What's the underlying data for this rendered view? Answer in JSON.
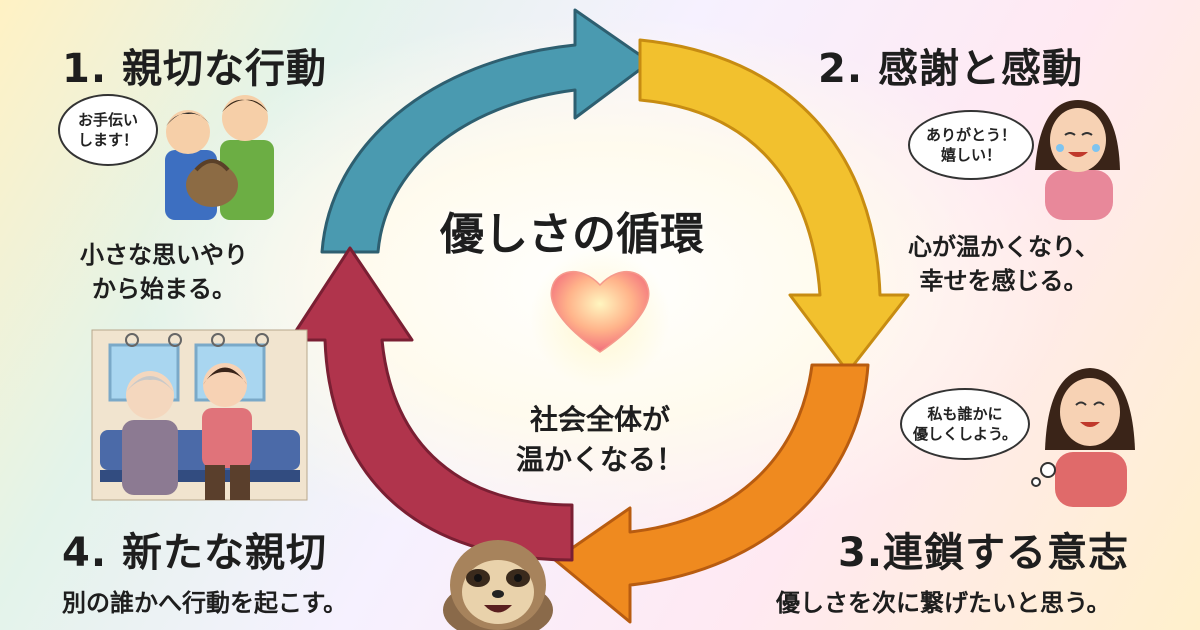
{
  "center": {
    "title": "優しさの循環",
    "message": "社会全体が\n温かくなる！"
  },
  "steps": [
    {
      "title": "1. 親切な行動",
      "bubble": "お手伝い\nします！",
      "caption": "小さな思いやり\nから始まる。"
    },
    {
      "title": "2. 感謝と感動",
      "bubble": "ありがとう！\n嬉しい！",
      "caption": "心が温かくなり、\n幸せを感じる。"
    },
    {
      "title": "3.連鎖する意志",
      "bubble": "私も誰かに\n優しくしよう。",
      "caption": "優しさを次に繋げたいと思う。"
    },
    {
      "title": "4. 新たな親切",
      "caption": "別の誰かへ行動を起こす。"
    }
  ],
  "colors": {
    "arrow_teal": "#4a9ab0",
    "arrow_yellow": "#f2c12e",
    "arrow_orange": "#ef8a1f",
    "arrow_crimson": "#b0344c",
    "heart": "#f7877f"
  },
  "icons": [
    "cycle-arrows",
    "heart-icon",
    "sloth-mascot",
    "helping-people-illustration",
    "grateful-woman-illustration",
    "thinking-woman-illustration",
    "train-seat-illustration"
  ]
}
